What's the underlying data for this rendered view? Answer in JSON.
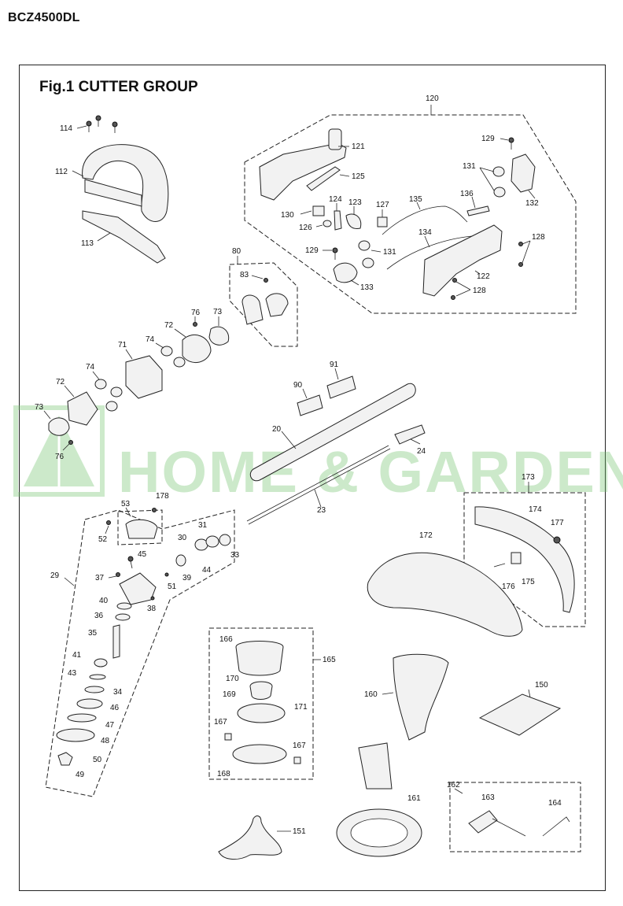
{
  "document": {
    "model": "BCZ4500DL",
    "figure_title": "Fig.1  CUTTER GROUP"
  },
  "watermark": {
    "text": "HOME & GARDEN",
    "color": "#6fc26a"
  },
  "labels": {
    "p114": "114",
    "p112": "112",
    "p113": "113",
    "p120": "120",
    "p121": "121",
    "p125": "125",
    "p129a": "129",
    "p131a": "131",
    "p132": "132",
    "p124": "124",
    "p123": "123",
    "p127": "127",
    "p135": "135",
    "p136": "136",
    "p130": "130",
    "p126": "126",
    "p134": "134",
    "p128a": "128",
    "p129b": "129",
    "p131b": "131",
    "p122": "122",
    "p133": "133",
    "p128b": "128",
    "p80": "80",
    "p83": "83",
    "p76a": "76",
    "p73a": "73",
    "p72a": "72",
    "p74a": "74",
    "p71": "71",
    "p74b": "74",
    "p72b": "72",
    "p73b": "73",
    "p76b": "76",
    "p91": "91",
    "p90": "90",
    "p20": "20",
    "p24": "24",
    "p23": "23",
    "p53": "53",
    "p178": "178",
    "p52": "52",
    "p31": "31",
    "p30": "30",
    "p33": "33",
    "p45": "45",
    "p29": "29",
    "p37": "37",
    "p44": "44",
    "p39": "39",
    "p51": "51",
    "p40": "40",
    "p38": "38",
    "p36": "36",
    "p35": "35",
    "p41": "41",
    "p43": "43",
    "p34": "34",
    "p46": "46",
    "p47": "47",
    "p48": "48",
    "p50": "50",
    "p49": "49",
    "p173": "173",
    "p174": "174",
    "p177": "177",
    "p172": "172",
    "p176": "176",
    "p175": "175",
    "p166": "166",
    "p165": "165",
    "p170": "170",
    "p169": "169",
    "p171": "171",
    "p167a": "167",
    "p167b": "167",
    "p168": "168",
    "p160": "160",
    "p150": "150",
    "p162": "162",
    "p163": "163",
    "p164": "164",
    "p161": "161",
    "p151": "151"
  }
}
